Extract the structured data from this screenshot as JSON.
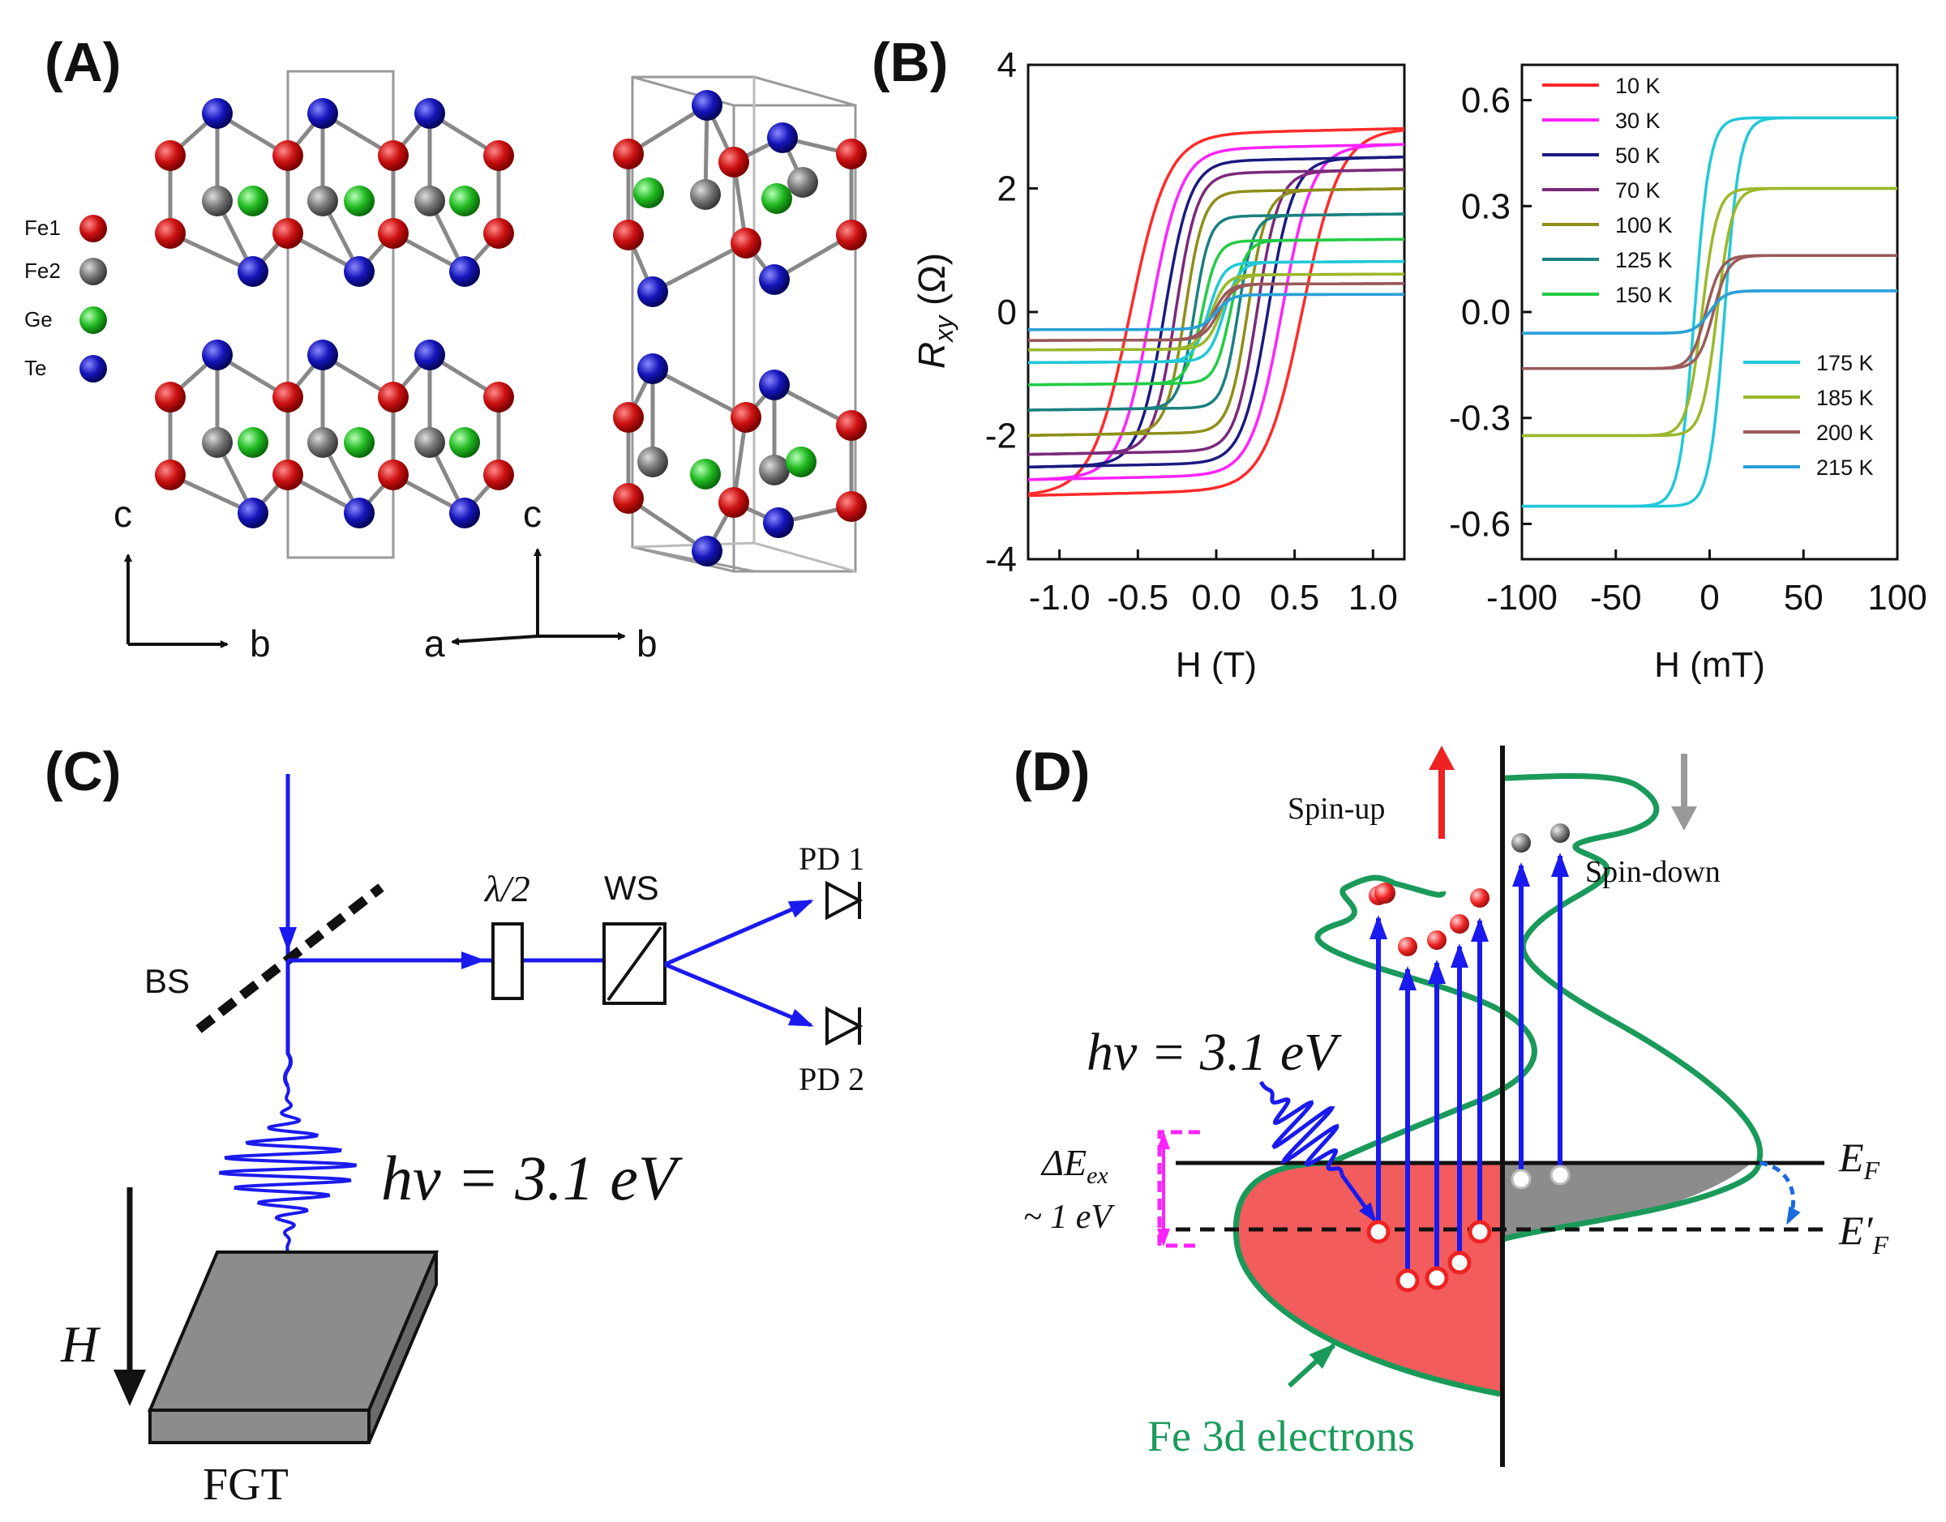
{
  "panels": {
    "A": {
      "label": "(A)",
      "legend": [
        {
          "name": "Fe1",
          "color": "#cc1111"
        },
        {
          "name": "Fe2",
          "color": "#777777"
        },
        {
          "name": "Ge",
          "color": "#22bb22"
        },
        {
          "name": "Te",
          "color": "#1515bb"
        }
      ],
      "axes_left": {
        "up": "c",
        "right": "b"
      },
      "axes_right": {
        "up": "c",
        "left": "a",
        "right": "b"
      }
    },
    "B": {
      "label": "(B)",
      "ylabel_main": "R",
      "ylabel_sub": "xy",
      "ylabel_unit": " (Ω)"
    },
    "C": {
      "label": "(C)",
      "bs": "BS",
      "halfwave": "λ/2",
      "ws": "WS",
      "pd1": "PD 1",
      "pd2": "PD 2",
      "photon": "hν = 3.1 eV",
      "field": "H",
      "sample": "FGT"
    },
    "D": {
      "label": "(D)",
      "spin_up": "Spin-up",
      "spin_down": "Spin-down",
      "photon": "hν = 3.1 eV",
      "delta_main": "ΔE",
      "delta_sub": "ex",
      "approx": "~ 1 eV",
      "ef": "E",
      "ef_sub": "F",
      "efp": "E′",
      "efp_sub": "F",
      "caption": "Fe 3d  electrons",
      "colors": {
        "spin_up_fill": "#f25c5c",
        "spin_down_fill": "#8c8c8c",
        "dos_line": "#1a9a5a"
      }
    }
  },
  "chart_data": [
    {
      "type": "line",
      "title": "",
      "xlabel": "H (T)",
      "ylabel": "Rxy (Ω)",
      "xlim": [
        -1.2,
        1.2
      ],
      "ylim": [
        -4,
        4
      ],
      "xticks": [
        "-1.0",
        "-0.5",
        "0.0",
        "0.5",
        "1.0"
      ],
      "yticks": [
        "-4",
        "-2",
        "0",
        "2",
        "4"
      ],
      "shape": "hysteresis",
      "series": [
        {
          "name": "10 K",
          "color": "#ff2a2a",
          "Ms": 2.9,
          "Hc": 0.55
        },
        {
          "name": "30 K",
          "color": "#ff22ff",
          "Ms": 2.65,
          "Hc": 0.42
        },
        {
          "name": "50 K",
          "color": "#1a1a80",
          "Ms": 2.45,
          "Hc": 0.33
        },
        {
          "name": "70 K",
          "color": "#7a2a7a",
          "Ms": 2.25,
          "Hc": 0.26
        },
        {
          "name": "100 K",
          "color": "#8f8f1a",
          "Ms": 1.95,
          "Hc": 0.2
        },
        {
          "name": "125 K",
          "color": "#1a8080",
          "Ms": 1.55,
          "Hc": 0.14
        },
        {
          "name": "150 K",
          "color": "#22cc44",
          "Ms": 1.15,
          "Hc": 0.09
        },
        {
          "name": "175 K",
          "color": "#22c8d8",
          "Ms": 0.8,
          "Hc": 0.05
        },
        {
          "name": "185 K",
          "color": "#9ab82a",
          "Ms": 0.6,
          "Hc": 0.03
        },
        {
          "name": "200 K",
          "color": "#9a5a5a",
          "Ms": 0.45,
          "Hc": 0.015
        },
        {
          "name": "215 K",
          "color": "#2aa0d8",
          "Ms": 0.28,
          "Hc": 0.0
        }
      ]
    },
    {
      "type": "line",
      "title": "",
      "xlabel": "H (mT)",
      "ylabel": "",
      "xlim": [
        -100,
        100
      ],
      "ylim": [
        -0.7,
        0.7
      ],
      "xticks": [
        "-100",
        "-50",
        "0",
        "50",
        "100"
      ],
      "yticks": [
        "-0.6",
        "-0.3",
        "0.0",
        "0.3",
        "0.6"
      ],
      "legend_position": "top-left and right",
      "series": [
        {
          "name": "175 K",
          "color": "#22c8d8",
          "Ms": 0.55,
          "Hc": 8
        },
        {
          "name": "185 K",
          "color": "#9ab82a",
          "Ms": 0.35,
          "Hc": 4
        },
        {
          "name": "200 K",
          "color": "#9a5a5a",
          "Ms": 0.16,
          "Hc": 2
        },
        {
          "name": "215 K",
          "color": "#2aa0d8",
          "Ms": 0.06,
          "Hc": 0
        }
      ]
    }
  ]
}
